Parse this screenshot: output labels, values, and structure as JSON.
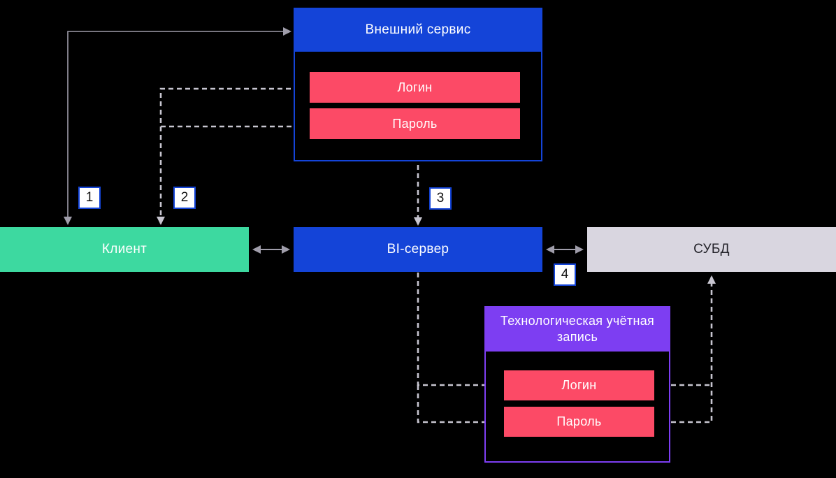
{
  "diagram": {
    "background": "#000000",
    "colors": {
      "blue": "#1444d8",
      "green": "#3dd9a0",
      "pink": "#fc4a66",
      "purple": "#7d3ef2",
      "dbms_gray": "#d9d6e0",
      "connector_solid": "#a09eab",
      "connector_dashed": "#c7c5d0",
      "label_border": "#1444d8"
    },
    "nodes": {
      "external_service": {
        "title": "Внешний сервис",
        "fields": [
          {
            "label": "Логин"
          },
          {
            "label": "Пароль"
          }
        ]
      },
      "client": {
        "title": "Клиент"
      },
      "bi_server": {
        "title": "BI-сервер"
      },
      "dbms": {
        "title": "СУБД"
      },
      "tech_account": {
        "title": "Технологическая учётная запись",
        "fields": [
          {
            "label": "Логин"
          },
          {
            "label": "Пароль"
          }
        ]
      }
    },
    "step_labels": [
      {
        "number": "1"
      },
      {
        "number": "2"
      },
      {
        "number": "3"
      },
      {
        "number": "4"
      }
    ]
  }
}
